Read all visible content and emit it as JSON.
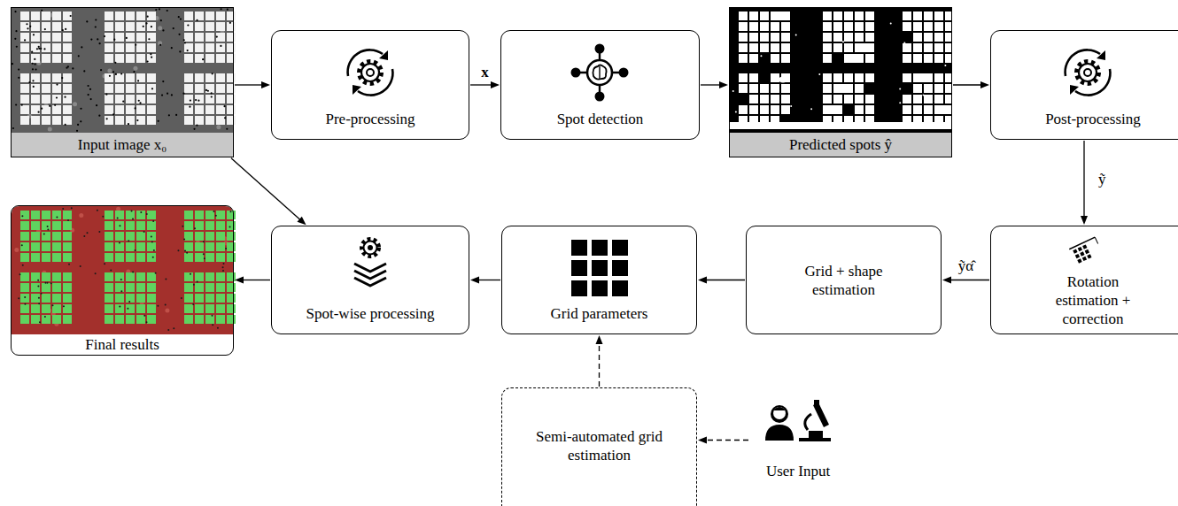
{
  "diagram": {
    "nodes": [
      {
        "text": [
          "Input image x₀"
        ]
      },
      {
        "text": [
          "Pre-processing"
        ]
      },
      {
        "text": [
          "Spot detection"
        ]
      },
      {
        "text": [
          "Predicted spots ŷ"
        ]
      },
      {
        "text": [
          "Post-processing"
        ]
      },
      {
        "text": [
          "Rotation estimation + correction"
        ]
      },
      {
        "text": [
          "Grid + shape estimation"
        ]
      },
      {
        "text": [
          "Grid parameters"
        ]
      },
      {
        "text": [
          "Spot-wise processing"
        ]
      },
      {
        "text": [
          "Final results"
        ]
      },
      {
        "text": [
          "Semi-automated grid estimation"
        ]
      },
      {
        "text": [
          "User Input"
        ]
      }
    ],
    "edges": [
      {
        "from": 0,
        "to": 1,
        "arrow": "to"
      },
      {
        "from": 1,
        "to": 2,
        "label": "x",
        "arrow": "to"
      },
      {
        "from": 2,
        "to": 3,
        "arrow": "to"
      },
      {
        "from": 3,
        "to": 4,
        "arrow": "to"
      },
      {
        "from": 4,
        "to": 5,
        "label": "ỹ",
        "arrow": "to"
      },
      {
        "from": 5,
        "to": 6,
        "label": "ỹα̂",
        "arrow": "to"
      },
      {
        "from": 6,
        "to": 7,
        "arrow": "to"
      },
      {
        "from": 7,
        "to": 8,
        "arrow": "to"
      },
      {
        "from": 8,
        "to": 9,
        "arrow": "to"
      },
      {
        "from": 0,
        "to": 8,
        "arrow": "to"
      },
      {
        "from": 10,
        "to": 7,
        "arrow": "to"
      },
      {
        "from": 11,
        "to": 10,
        "arrow": "to"
      }
    ]
  }
}
